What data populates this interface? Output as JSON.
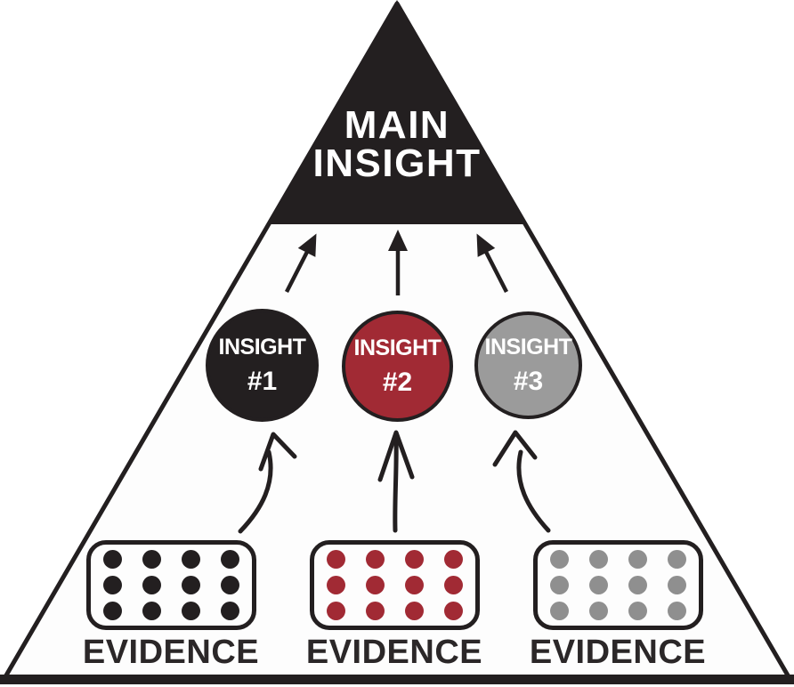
{
  "colors": {
    "ink": "#231f20",
    "surface": "#fdfdfd",
    "red": "#a12a34",
    "gray": "#9b9b9b",
    "dot_black": "#231f20",
    "dot_red": "#a12a34",
    "dot_gray": "#8f8f8f",
    "white": "#ffffff",
    "label_text": "#2b2728"
  },
  "main_insight": {
    "line1": "MAIN",
    "line2": "INSIGHT"
  },
  "insights": [
    {
      "label": "INSIGHT",
      "number": "#1",
      "fill": "#231f20",
      "text_color": "#ffffff"
    },
    {
      "label": "INSIGHT",
      "number": "#2",
      "fill": "#a12a34",
      "text_color": "#ffffff"
    },
    {
      "label": "INSIGHT",
      "number": "#3",
      "fill": "#9b9b9b",
      "text_color": "#ffffff"
    }
  ],
  "evidence": [
    {
      "label": "EVIDENCE",
      "rows": 3,
      "cols": 4,
      "dot_color": "#231f20"
    },
    {
      "label": "EVIDENCE",
      "rows": 3,
      "cols": 4,
      "dot_color": "#a12a34"
    },
    {
      "label": "EVIDENCE",
      "rows": 3,
      "cols": 4,
      "dot_color": "#8f8f8f"
    }
  ]
}
